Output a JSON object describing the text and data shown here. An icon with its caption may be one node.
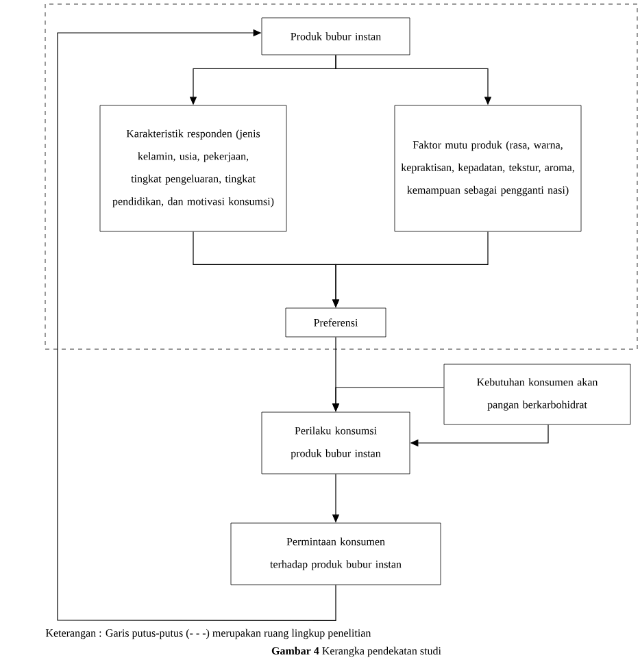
{
  "diagram": {
    "caption": "**Gambar 4**  Kerangka pendekatan studi",
    "nodes": [
      {
        "text": [],
        "shape": "box"
      },
      {
        "text": [
          "Produk bubur instan"
        ],
        "in": 0
      },
      {
        "text": [
          "Karakteristik responden (jenis kelamin, usia, pekerjaan, tingkat pengeluaran, tingkat pendidikan, dan motivasi konsumsi)"
        ],
        "in": 0
      },
      {
        "text": [
          "Faktor mutu produk (rasa, warna, kepraktisan, kepadatan, tekstur, aroma, kemampuan sebagai pengganti nasi)"
        ],
        "in": 0
      },
      {
        "text": [
          "Preferensi"
        ],
        "in": 0
      },
      {
        "text": [
          "Kebutuhan konsumen akan pangan berkarbohidrat"
        ]
      },
      {
        "text": [
          "Perilaku konsumsi produk bubur instan"
        ]
      },
      {
        "text": [
          "Permintaan konsumen terhadap produk bubur instan"
        ]
      }
    ],
    "edges": [
      {
        "from": 1,
        "to": 2,
        "arrow": "to"
      },
      {
        "from": 1,
        "to": 3,
        "arrow": "to"
      },
      {
        "from": 2,
        "to": 4,
        "arrow": "to"
      },
      {
        "from": 3,
        "to": 4,
        "arrow": "to"
      },
      {
        "from": 4,
        "to": 6,
        "arrow": "to"
      },
      {
        "from": 5,
        "to": 6,
        "arrow": "to"
      },
      {
        "from": 5,
        "to": 6,
        "arrow": "to"
      },
      {
        "from": 6,
        "to": 7,
        "arrow": "to"
      },
      {
        "from": 7,
        "to": 1,
        "arrow": "to"
      }
    ],
    "labels": [
      "Keterangan : Garis putus-putus (- - -) merupakan ruang lingkup penelitian"
    ]
  }
}
